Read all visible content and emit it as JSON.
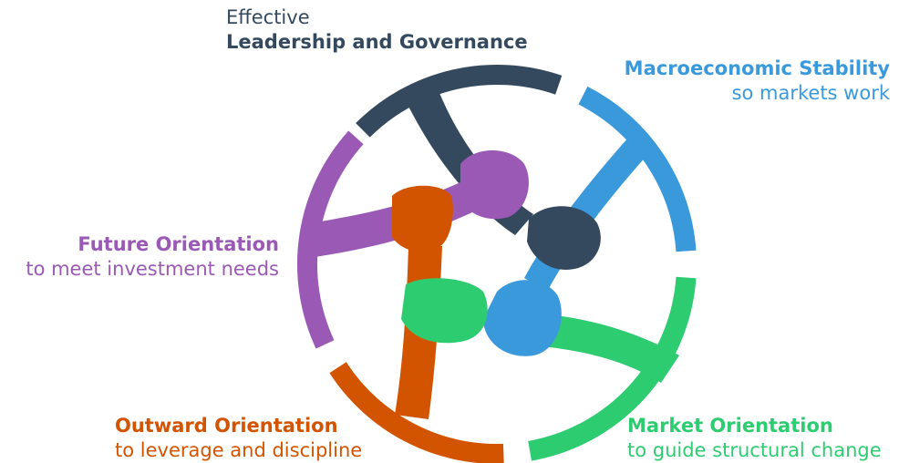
{
  "colors": {
    "navy": "#34495e",
    "blue": "#3a99db",
    "green": "#2ecc71",
    "orange": "#d35400",
    "purple": "#9b59b6"
  },
  "labels": {
    "top": {
      "line1": "Effective",
      "line2": "Leadership and Governance"
    },
    "right": {
      "line1": "Macroeconomic Stability",
      "line2": "so markets work"
    },
    "left": {
      "line1": "Future Orientation",
      "line2": "to meet investment needs"
    },
    "bottom_left": {
      "line1": "Outward Orientation",
      "line2": "to leverage and discipline"
    },
    "bottom_right": {
      "line1": "Market Orientation",
      "line2": "to guide structural change"
    }
  },
  "segments": [
    {
      "name": "leadership",
      "color": "navy"
    },
    {
      "name": "macroeconomic",
      "color": "blue"
    },
    {
      "name": "market",
      "color": "green"
    },
    {
      "name": "outward",
      "color": "orange"
    },
    {
      "name": "future",
      "color": "purple"
    }
  ]
}
